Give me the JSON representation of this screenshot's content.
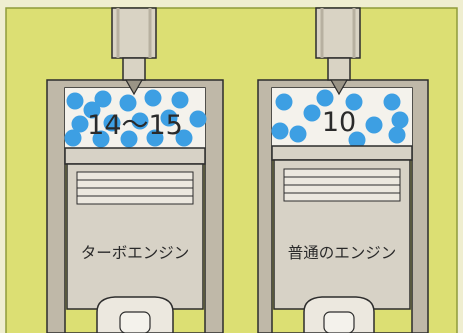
{
  "diagram": {
    "colors": {
      "background": "#efeed0",
      "panel": "#dcdf73",
      "cylinder_wall": "#bfb8a8",
      "chamber_fill": "#f4f2ec",
      "piston_fill": "#d7d2c6",
      "molecule": "#3d9fe3",
      "outline": "#2c2c2c"
    },
    "engines": [
      {
        "id": "turbo",
        "ratio_label": "14～15",
        "engine_label": "ターボエンジン",
        "molecule_count": 16
      },
      {
        "id": "normal",
        "ratio_label": "10",
        "engine_label": "普通のエンジン",
        "molecule_count": 11
      }
    ]
  }
}
